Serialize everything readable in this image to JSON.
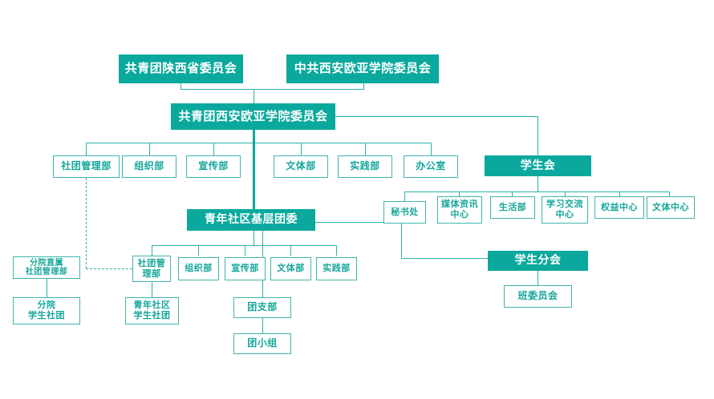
{
  "chart_data": {
    "type": "diagram",
    "title": "共青团西安欧亚学院委员会组织架构图",
    "orientation": "top-down",
    "theme_colors": {
      "fill": "#0BA99D",
      "border": "#3FB5AC",
      "text_on_fill": "#FFFFFF",
      "text_outlined": "#16A69A",
      "line": "#2CB3A8",
      "background": "#FFFFFF"
    },
    "nodes": [
      {
        "id": "n1",
        "label": "共青团陕西省委员会",
        "style": "filled",
        "level": 0
      },
      {
        "id": "n2",
        "label": "中共西安欧亚学院委员会",
        "style": "filled",
        "level": 0
      },
      {
        "id": "n3",
        "label": "共青团西安欧亚学院委员会",
        "style": "filled",
        "level": 1
      },
      {
        "id": "n4",
        "label": "社团管理部",
        "style": "outlined",
        "level": 2
      },
      {
        "id": "n5",
        "label": "组织部",
        "style": "outlined",
        "level": 2
      },
      {
        "id": "n6",
        "label": "宣传部",
        "style": "outlined",
        "level": 2
      },
      {
        "id": "n7",
        "label": "文体部",
        "style": "outlined",
        "level": 2
      },
      {
        "id": "n8",
        "label": "实践部",
        "style": "outlined",
        "level": 2
      },
      {
        "id": "n9",
        "label": "办公室",
        "style": "outlined",
        "level": 2
      },
      {
        "id": "n10",
        "label": "学生会",
        "style": "filled",
        "level": 2
      },
      {
        "id": "n11",
        "label": "秘书处",
        "style": "outlined",
        "level": 3
      },
      {
        "id": "n12",
        "label": "媒体资讯\n中心",
        "style": "outlined",
        "level": 3
      },
      {
        "id": "n13",
        "label": "生活部",
        "style": "outlined",
        "level": 3
      },
      {
        "id": "n14",
        "label": "学习交流\n中心",
        "style": "outlined",
        "level": 3
      },
      {
        "id": "n15",
        "label": "权益中心",
        "style": "outlined",
        "level": 3
      },
      {
        "id": "n16",
        "label": "文体中心",
        "style": "outlined",
        "level": 3
      },
      {
        "id": "n17",
        "label": "青年社区基层团委",
        "style": "filled",
        "level": 3
      },
      {
        "id": "n18",
        "label": "分院直属\n社团管理部",
        "style": "outlined",
        "level": 4
      },
      {
        "id": "n19",
        "label": "社团管\n理部",
        "style": "outlined",
        "level": 4
      },
      {
        "id": "n20",
        "label": "组织部",
        "style": "outlined",
        "level": 4
      },
      {
        "id": "n21",
        "label": "宣传部",
        "style": "outlined",
        "level": 4
      },
      {
        "id": "n22",
        "label": "文体部",
        "style": "outlined",
        "level": 4
      },
      {
        "id": "n23",
        "label": "实践部",
        "style": "outlined",
        "level": 4
      },
      {
        "id": "n24",
        "label": "学生分会",
        "style": "filled",
        "level": 4
      },
      {
        "id": "n25",
        "label": "分院\n学生社团",
        "style": "outlined",
        "level": 5
      },
      {
        "id": "n26",
        "label": "青年社区\n学生社团",
        "style": "outlined",
        "level": 5
      },
      {
        "id": "n27",
        "label": "团支部",
        "style": "outlined",
        "level": 5
      },
      {
        "id": "n28",
        "label": "班委员会",
        "style": "outlined",
        "level": 5
      },
      {
        "id": "n29",
        "label": "团小组",
        "style": "outlined",
        "level": 6
      }
    ],
    "edges": [
      {
        "from": "n1",
        "to": "n3",
        "style": "solid"
      },
      {
        "from": "n2",
        "to": "n3",
        "style": "solid"
      },
      {
        "from": "n3",
        "to": "n4",
        "style": "solid"
      },
      {
        "from": "n3",
        "to": "n5",
        "style": "solid"
      },
      {
        "from": "n3",
        "to": "n6",
        "style": "solid"
      },
      {
        "from": "n3",
        "to": "n7",
        "style": "solid"
      },
      {
        "from": "n3",
        "to": "n8",
        "style": "solid"
      },
      {
        "from": "n3",
        "to": "n9",
        "style": "solid"
      },
      {
        "from": "n3",
        "to": "n10",
        "style": "solid"
      },
      {
        "from": "n3",
        "to": "n17",
        "style": "solid-thick"
      },
      {
        "from": "n10",
        "to": "n11",
        "style": "solid"
      },
      {
        "from": "n10",
        "to": "n12",
        "style": "solid"
      },
      {
        "from": "n10",
        "to": "n13",
        "style": "solid"
      },
      {
        "from": "n10",
        "to": "n14",
        "style": "solid"
      },
      {
        "from": "n10",
        "to": "n15",
        "style": "solid"
      },
      {
        "from": "n10",
        "to": "n16",
        "style": "solid"
      },
      {
        "from": "n4",
        "to": "n19",
        "style": "dashed"
      },
      {
        "from": "n17",
        "to": "n19",
        "style": "solid"
      },
      {
        "from": "n17",
        "to": "n20",
        "style": "solid"
      },
      {
        "from": "n17",
        "to": "n21",
        "style": "solid"
      },
      {
        "from": "n17",
        "to": "n22",
        "style": "solid"
      },
      {
        "from": "n17",
        "to": "n23",
        "style": "solid"
      },
      {
        "from": "n17",
        "to": "n24",
        "style": "solid"
      },
      {
        "from": "n17",
        "to": "n27",
        "style": "solid"
      },
      {
        "from": "n18",
        "to": "n25",
        "style": "solid"
      },
      {
        "from": "n19",
        "to": "n26",
        "style": "solid"
      },
      {
        "from": "n24",
        "to": "n28",
        "style": "solid"
      },
      {
        "from": "n27",
        "to": "n29",
        "style": "solid"
      }
    ]
  },
  "nodes": {
    "n1": "共青团陕西省委员会",
    "n2": "中共西安欧亚学院委员会",
    "n3": "共青团西安欧亚学院委员会",
    "n4": "社团管理部",
    "n5": "组织部",
    "n6": "宣传部",
    "n7": "文体部",
    "n8": "实践部",
    "n9": "办公室",
    "n10": "学生会",
    "n11": "秘书处",
    "n12": "媒体资讯\n中心",
    "n13": "生活部",
    "n14": "学习交流\n中心",
    "n15": "权益中心",
    "n16": "文体中心",
    "n17": "青年社区基层团委",
    "n18": "分院直属\n社团管理部",
    "n19": "社团管\n理部",
    "n20": "组织部",
    "n21": "宣传部",
    "n22": "文体部",
    "n23": "实践部",
    "n24": "学生分会",
    "n25": "分院\n学生社团",
    "n26": "青年社区\n学生社团",
    "n27": "团支部",
    "n28": "班委员会",
    "n29": "团小组"
  }
}
